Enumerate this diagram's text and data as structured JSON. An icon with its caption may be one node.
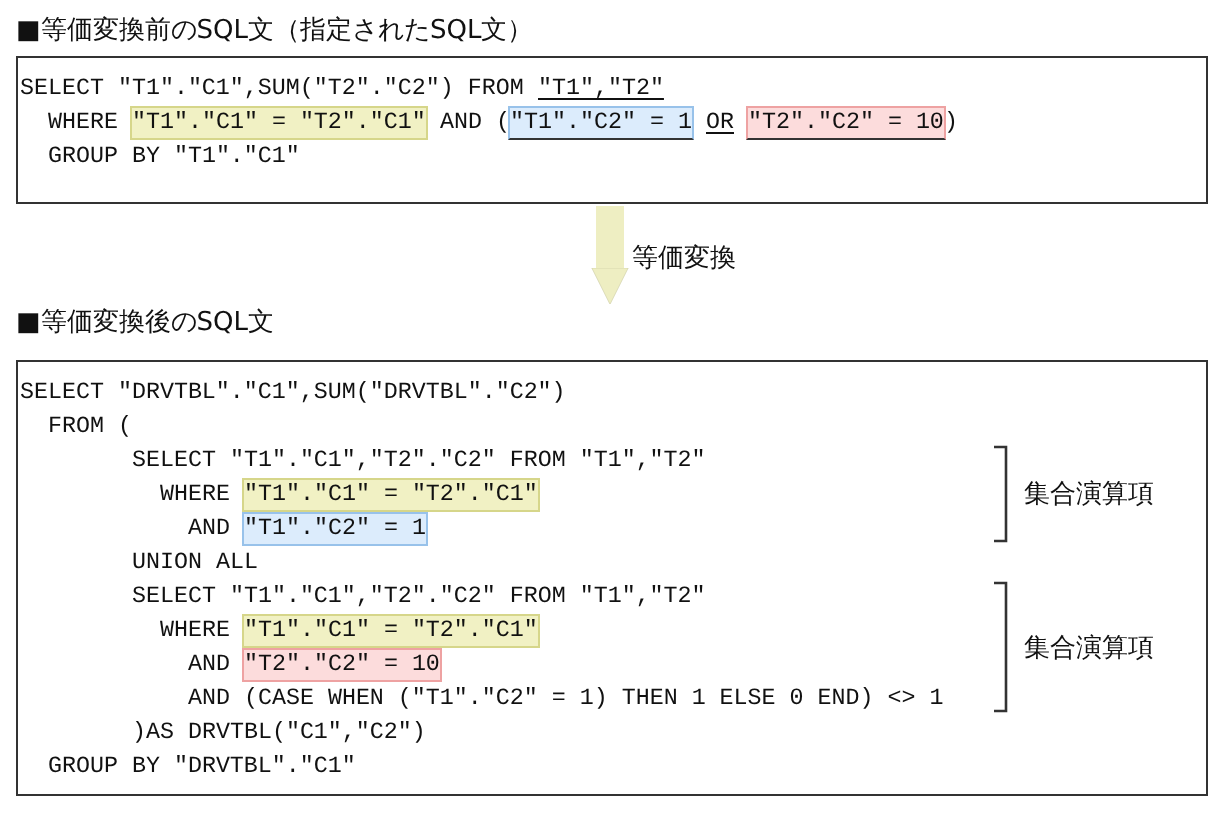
{
  "diagram": {
    "nodes": [
      {
        "text": [
          "■等価変換前のSQL文（指定されたSQL文）",
          "SELECT \"T1\".\"C1\",SUM(\"T2\".\"C2\") FROM",
          "\"T1\",\"T2\"",
          "WHERE",
          "AND (",
          "OR",
          ")",
          "GROUP BY \"T1\".\"C1\""
        ]
      },
      {
        "text": [
          "\"T1\".\"C1\" = \"T2\".\"C1\""
        ],
        "in": 0
      },
      {
        "text": [
          "\"T1\".\"C2\" = 1"
        ],
        "in": 0
      },
      {
        "text": [
          "\"T2\".\"C2\" = 10"
        ],
        "in": 0
      },
      {
        "text": [
          "■等価変換後のSQL文",
          "SELECT \"DRVTBL\".\"C1\",SUM(\"DRVTBL\".\"C2\")",
          "FROM (",
          "SELECT \"T1\".\"C1\",\"T2\".\"C2\" FROM \"T1\",\"T2\"",
          "WHERE",
          "AND",
          "UNION ALL",
          "SELECT \"T1\".\"C1\",\"T2\".\"C2\" FROM \"T1\",\"T2\"",
          "WHERE",
          "AND",
          "AND (CASE WHEN (\"T1\".\"C2\" = 1) THEN 1 ELSE 0 END) <> 1",
          ")AS DRVTBL(\"C1\",\"C2\")",
          "GROUP BY \"DRVTBL\".\"C1\""
        ]
      },
      {
        "text": [
          "\"T1\".\"C1\" = \"T2\".\"C1\""
        ],
        "in": 4
      },
      {
        "text": [
          "\"T1\".\"C2\" = 1"
        ],
        "in": 4
      },
      {
        "text": [
          "\"T1\".\"C1\" = \"T2\".\"C1\""
        ],
        "in": 4
      },
      {
        "text": [
          "\"T2\".\"C2\" = 10"
        ],
        "in": 4
      }
    ],
    "edges": [
      {
        "from": 0,
        "to": 4,
        "arrow": "to",
        "label": "等価変換"
      }
    ],
    "labels": [
      "集合演算項",
      "集合演算項"
    ]
  }
}
